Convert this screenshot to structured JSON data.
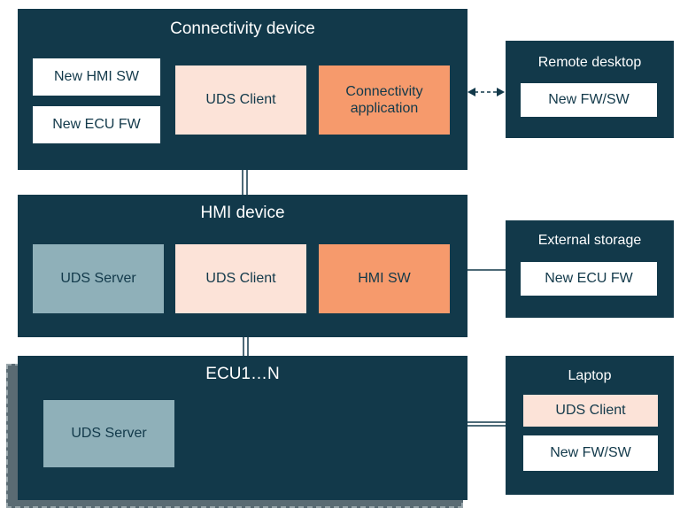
{
  "connectivity_device": {
    "title": "Connectivity device",
    "new_hmi_sw": "New HMI SW",
    "new_ecu_fw": "New ECU FW",
    "uds_client": "UDS Client",
    "connectivity_application": "Connectivity application"
  },
  "hmi_device": {
    "title": "HMI device",
    "uds_server": "UDS Server",
    "uds_client": "UDS Client",
    "hmi_sw": "HMI SW"
  },
  "ecu": {
    "title": "ECU1…N",
    "uds_server": "UDS Server"
  },
  "remote_desktop": {
    "title": "Remote desktop",
    "new_fw_sw": "New FW/SW"
  },
  "external_storage": {
    "title": "External storage",
    "new_ecu_fw": "New ECU FW"
  },
  "laptop": {
    "title": "Laptop",
    "uds_client": "UDS Client",
    "new_fw_sw": "New FW/SW"
  },
  "colors": {
    "panel": "#12394a",
    "peach": "#fce3d8",
    "orange": "#f69a6c",
    "grey": "#8fb0b9"
  }
}
